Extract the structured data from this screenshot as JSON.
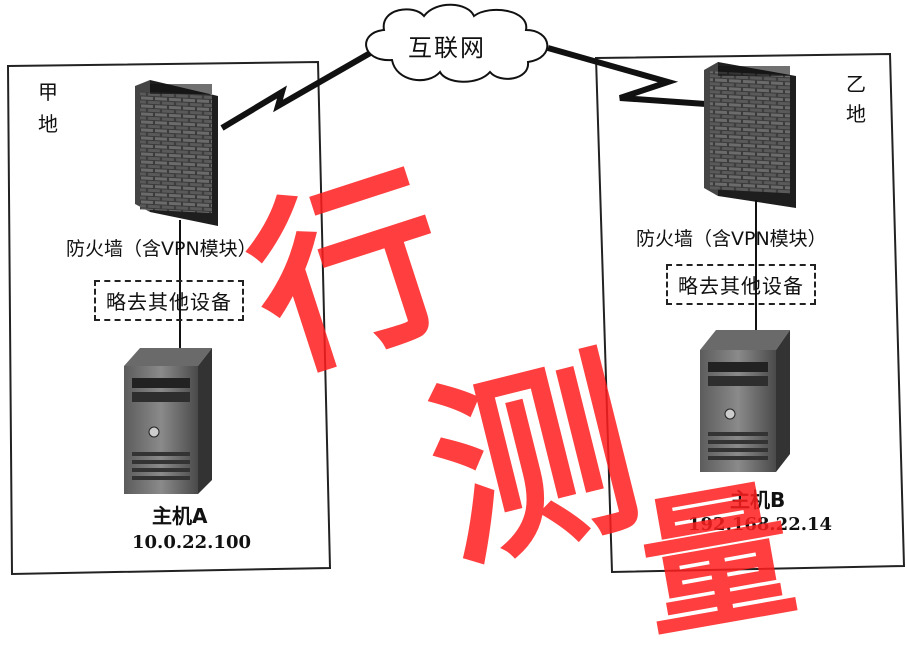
{
  "internet": {
    "label": "互联网"
  },
  "site_a": {
    "name_line1": "甲",
    "name_line2": "地",
    "firewall_label": "防火墙（含VPN模块）",
    "omitted_label": "略去其他设备",
    "host_name": "主机A",
    "host_ip": "10.0.22.100"
  },
  "site_b": {
    "name_line1": "乙",
    "name_line2": "地",
    "firewall_label": "防火墙（含VPN模块）",
    "omitted_label": "略去其他设备",
    "host_name": "主机B",
    "host_ip": "192.168.22.14"
  },
  "watermark": {
    "chars": [
      "行",
      "测",
      "量"
    ],
    "color": "#ff1e1e"
  }
}
